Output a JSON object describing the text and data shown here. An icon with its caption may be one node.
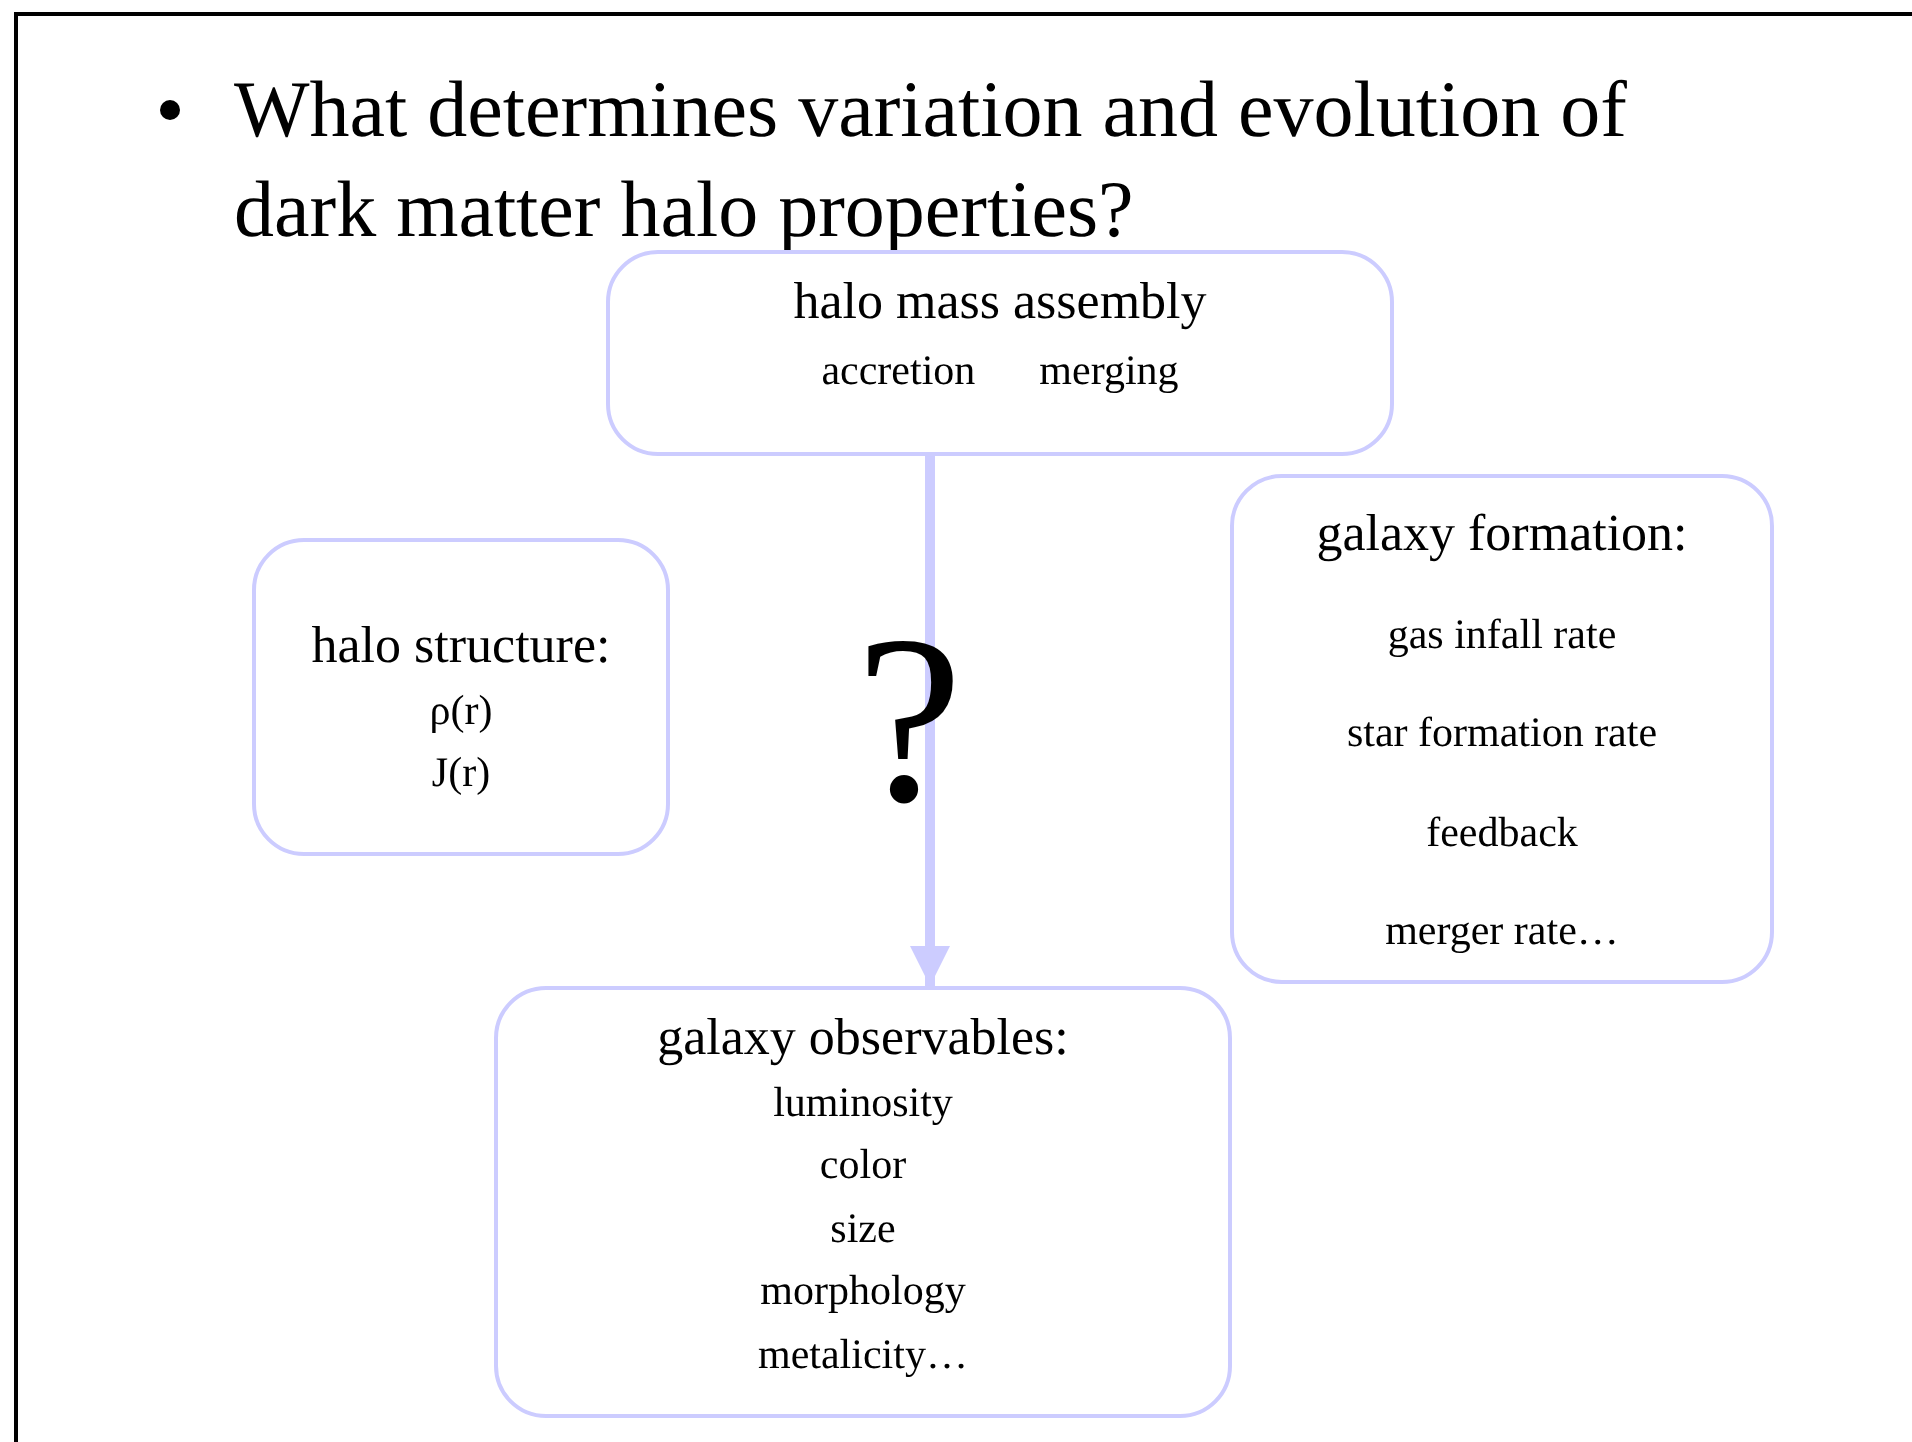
{
  "diagram": {
    "title": "What determines variation and evolution of dark matter halo properties?",
    "nodes": [
      {
        "text": [
          "halo mass assembly",
          "accretion",
          "merging"
        ]
      },
      {
        "text": [
          "halo structure:",
          "ρ(r)",
          "J(r)"
        ]
      },
      {
        "text": [
          "galaxy formation:",
          "gas infall rate",
          "star formation rate",
          "feedback",
          "merger rate…"
        ]
      },
      {
        "text": [
          "galaxy observables:",
          "luminosity",
          "color",
          "size",
          "morphology",
          "metalicity…"
        ]
      }
    ],
    "edges": [
      {
        "from": 0,
        "to": 3,
        "arrow": "to",
        "label": "?"
      }
    ]
  }
}
